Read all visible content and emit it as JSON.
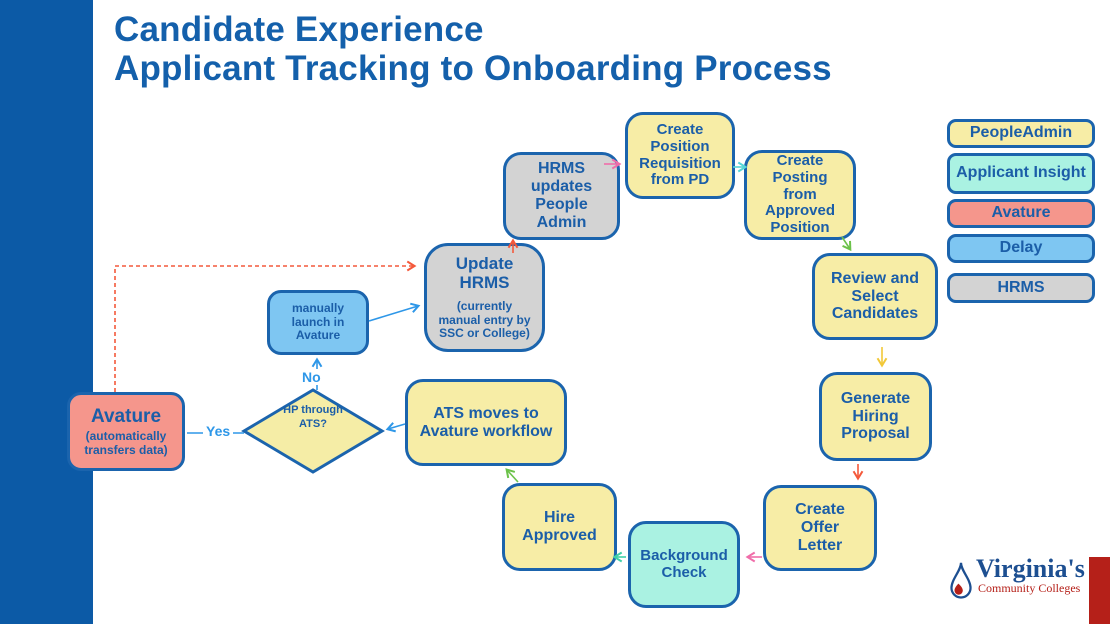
{
  "title": {
    "line1": "Candidate Experience",
    "line2": "Applicant Tracking to Onboarding Process"
  },
  "legend": {
    "items": [
      {
        "label": "PeopleAdmin",
        "color": "#f7eda6"
      },
      {
        "label": "Applicant Insight",
        "color": "#aaf2e2"
      },
      {
        "label": "Avature",
        "color": "#f5968c"
      },
      {
        "label": "Delay",
        "color": "#7ec6f2"
      },
      {
        "label": "HRMS",
        "color": "#d3d3d3"
      }
    ]
  },
  "nodes": {
    "create_requisition": {
      "label": "Create Position Requisition from PD",
      "system": "PeopleAdmin"
    },
    "hrms_updates_people_admin": {
      "label": "HRMS updates People Admin",
      "system": "HRMS"
    },
    "create_posting": {
      "label": "Create Posting from Approved Position",
      "system": "PeopleAdmin"
    },
    "review_select_candidates": {
      "label": "Review and Select Candidates",
      "system": "PeopleAdmin"
    },
    "update_hrms": {
      "label": "Update HRMS",
      "note": "(currently manual entry by SSC or College)",
      "system": "HRMS"
    },
    "manually_launch_avature": {
      "label": "manually launch in Avature",
      "system": "Delay"
    },
    "generate_hiring_proposal": {
      "label": "Generate Hiring Proposal",
      "system": "PeopleAdmin"
    },
    "avature": {
      "label": "Avature",
      "note": "(automatically transfers data)",
      "system": "Avature"
    },
    "hp_through_ats": {
      "label": "HP through ATS?",
      "system": "decision"
    },
    "ats_moves_to_avature": {
      "label": "ATS moves to Avature workflow",
      "system": "PeopleAdmin"
    },
    "hire_approved": {
      "label": "Hire Approved",
      "system": "PeopleAdmin"
    },
    "create_offer_letter": {
      "label": "Create Offer Letter",
      "system": "PeopleAdmin"
    },
    "background_check": {
      "label": "Background Check",
      "system": "Applicant Insight"
    }
  },
  "edge_labels": {
    "yes": "Yes",
    "no": "No"
  },
  "edges": [
    {
      "from": "hrms_updates_people_admin",
      "to": "create_requisition",
      "color": "#f06eaa"
    },
    {
      "from": "create_requisition",
      "to": "create_posting",
      "color": "#56d6d6"
    },
    {
      "from": "create_posting",
      "to": "review_select_candidates",
      "color": "#6cc24a"
    },
    {
      "from": "review_select_candidates",
      "to": "generate_hiring_proposal",
      "color": "#f2c838"
    },
    {
      "from": "generate_hiring_proposal",
      "to": "create_offer_letter",
      "color": "#f4593b"
    },
    {
      "from": "create_offer_letter",
      "to": "background_check",
      "color": "#f06eaa"
    },
    {
      "from": "background_check",
      "to": "hire_approved",
      "color": "#3fd0a8"
    },
    {
      "from": "hire_approved",
      "to": "ats_moves_to_avature",
      "color": "#6cc24a"
    },
    {
      "from": "ats_moves_to_avature",
      "to": "hp_through_ats",
      "color": "#2e97e8"
    },
    {
      "from": "hp_through_ats",
      "to": "avature",
      "label": "Yes",
      "color": "#2e97e8"
    },
    {
      "from": "hp_through_ats",
      "to": "manually_launch_avature",
      "label": "No",
      "color": "#2e97e8"
    },
    {
      "from": "manually_launch_avature",
      "to": "update_hrms",
      "color": "#2e97e8"
    },
    {
      "from": "update_hrms",
      "to": "hrms_updates_people_admin",
      "color": "#f4593b"
    },
    {
      "from": "avature",
      "to": "update_hrms",
      "color": "#f4593b",
      "style": "dashed"
    }
  ],
  "logo": {
    "line1": "Virginia's",
    "line2": "Community Colleges"
  },
  "colors": {
    "sidebar": "#0c5aa6",
    "accent_stripe": "#b52019",
    "title_text": "#1460ab",
    "node_border": "#1b64ad",
    "node_text": "#1b5ea8"
  }
}
